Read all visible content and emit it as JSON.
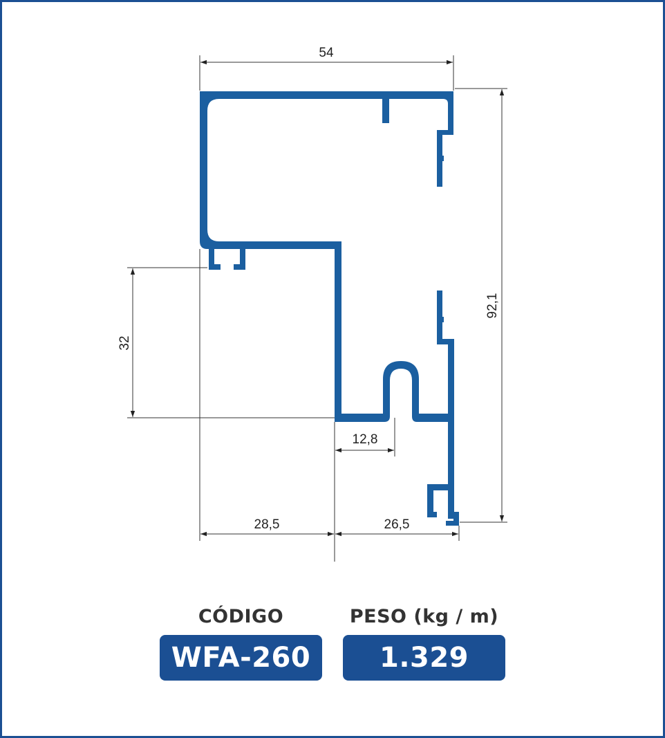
{
  "dimensions": {
    "overall_width": "54",
    "overall_height": "92,1",
    "left_height": "32",
    "slot_width": "12,8",
    "bottom_left_width": "28,5",
    "bottom_right_width": "26,5"
  },
  "labels": {
    "code_caption": "CÓDIGO",
    "code_value": "WFA-260",
    "weight_caption": "PESO (kg / m)",
    "weight_value": "1.329"
  },
  "colors": {
    "profile": "#1b5fa0",
    "border": "#1b4f93",
    "badge": "#1b4f93"
  }
}
